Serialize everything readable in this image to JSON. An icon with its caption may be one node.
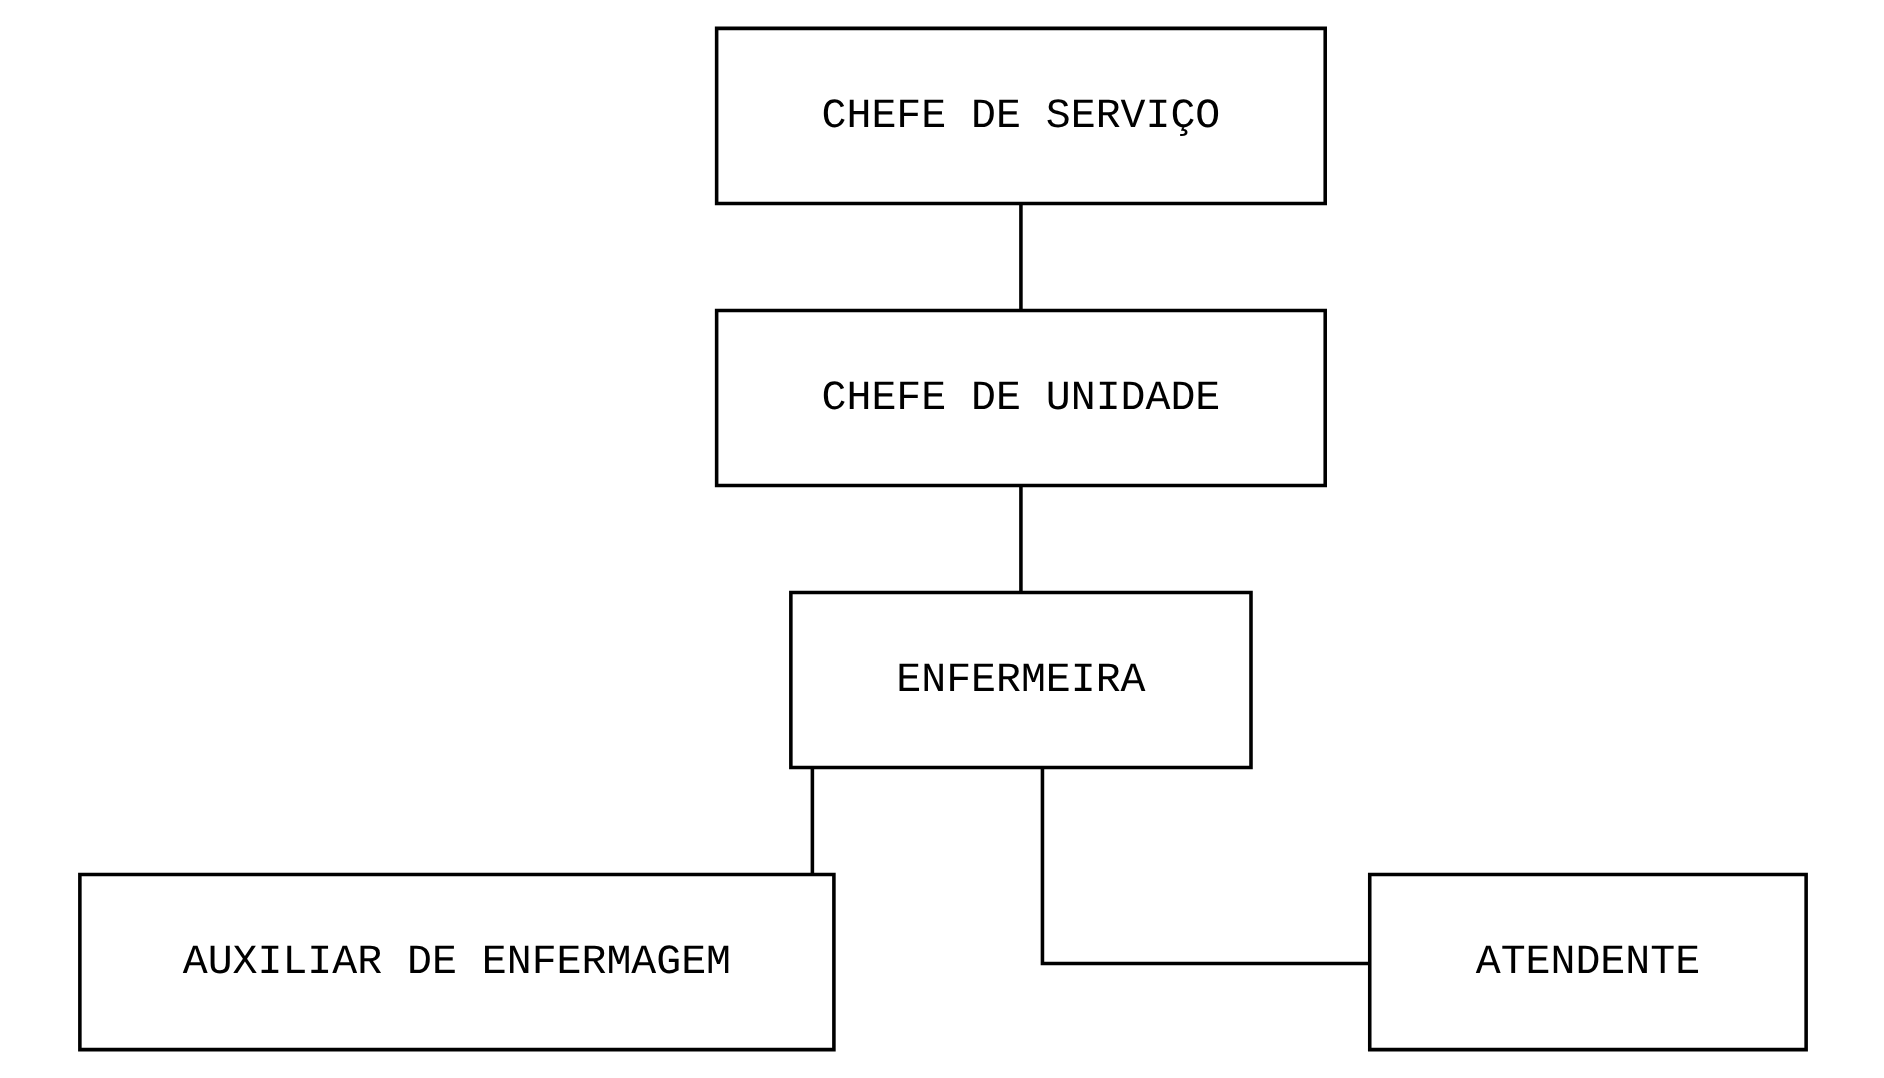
{
  "diagram": {
    "nodes": [
      {
        "text": [
          "CHEFE DE SERVIÇO"
        ]
      },
      {
        "text": [
          "CHEFE DE UNIDADE"
        ]
      },
      {
        "text": [
          "ENFERMEIRA"
        ]
      },
      {
        "text": [
          "AUXILIAR DE ENFERMAGEM"
        ]
      },
      {
        "text": [
          "ATENDENTE"
        ]
      }
    ],
    "edges": [
      {
        "from": 0,
        "to": 1,
        "arrow": "none"
      },
      {
        "from": 1,
        "to": 2,
        "arrow": "none"
      },
      {
        "from": 2,
        "to": 3,
        "arrow": "none"
      },
      {
        "from": 2,
        "to": 4,
        "arrow": "none"
      }
    ]
  }
}
